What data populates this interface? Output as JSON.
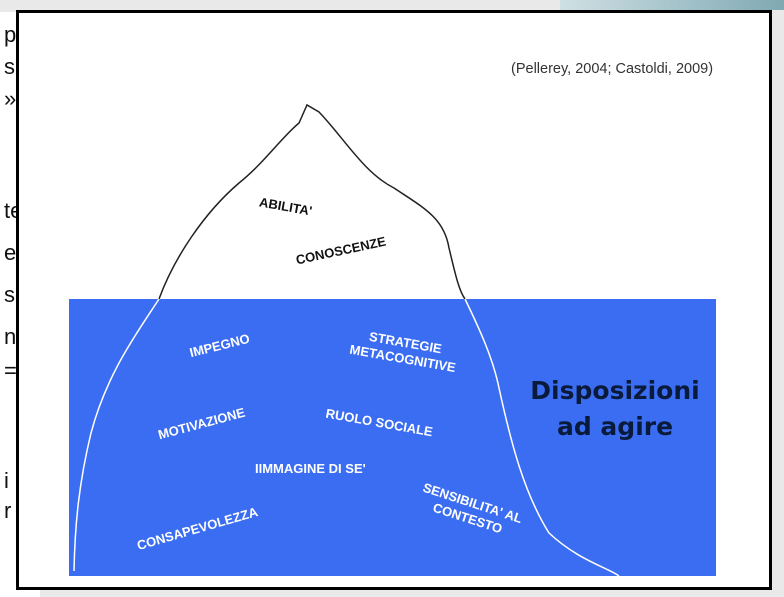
{
  "background_text": {
    "fragments": [
      "p",
      "sp",
      "»",
      "",
      "te",
      "es",
      "so",
      "ne",
      "=",
      "",
      "i",
      "r"
    ]
  },
  "diagram": {
    "citation": "(Pellerey, 2004; Castoldi, 2009)",
    "above_water": {
      "abilita": "ABILITA'",
      "conoscenze": "CONOSCENZE"
    },
    "below_water": {
      "impegno": "IMPEGNO",
      "strategie_1": "STRATEGIE",
      "strategie_2": "METACOGNITIVE",
      "motivazione": "MOTIVAZIONE",
      "ruolo_sociale": "RUOLO SOCIALE",
      "immagine": "IIMMAGINE DI SE'",
      "sensibilita_1": "SENSIBILITA' AL",
      "sensibilita_2": "CONTESTO",
      "consapevolezza": "CONSAPEVOLEZZA"
    },
    "side_label": {
      "line1": "Disposizioni",
      "line2": "ad agire"
    },
    "colors": {
      "water": "#3b6df2",
      "outline": "#222222",
      "side_label": "#0a1a3a"
    }
  }
}
